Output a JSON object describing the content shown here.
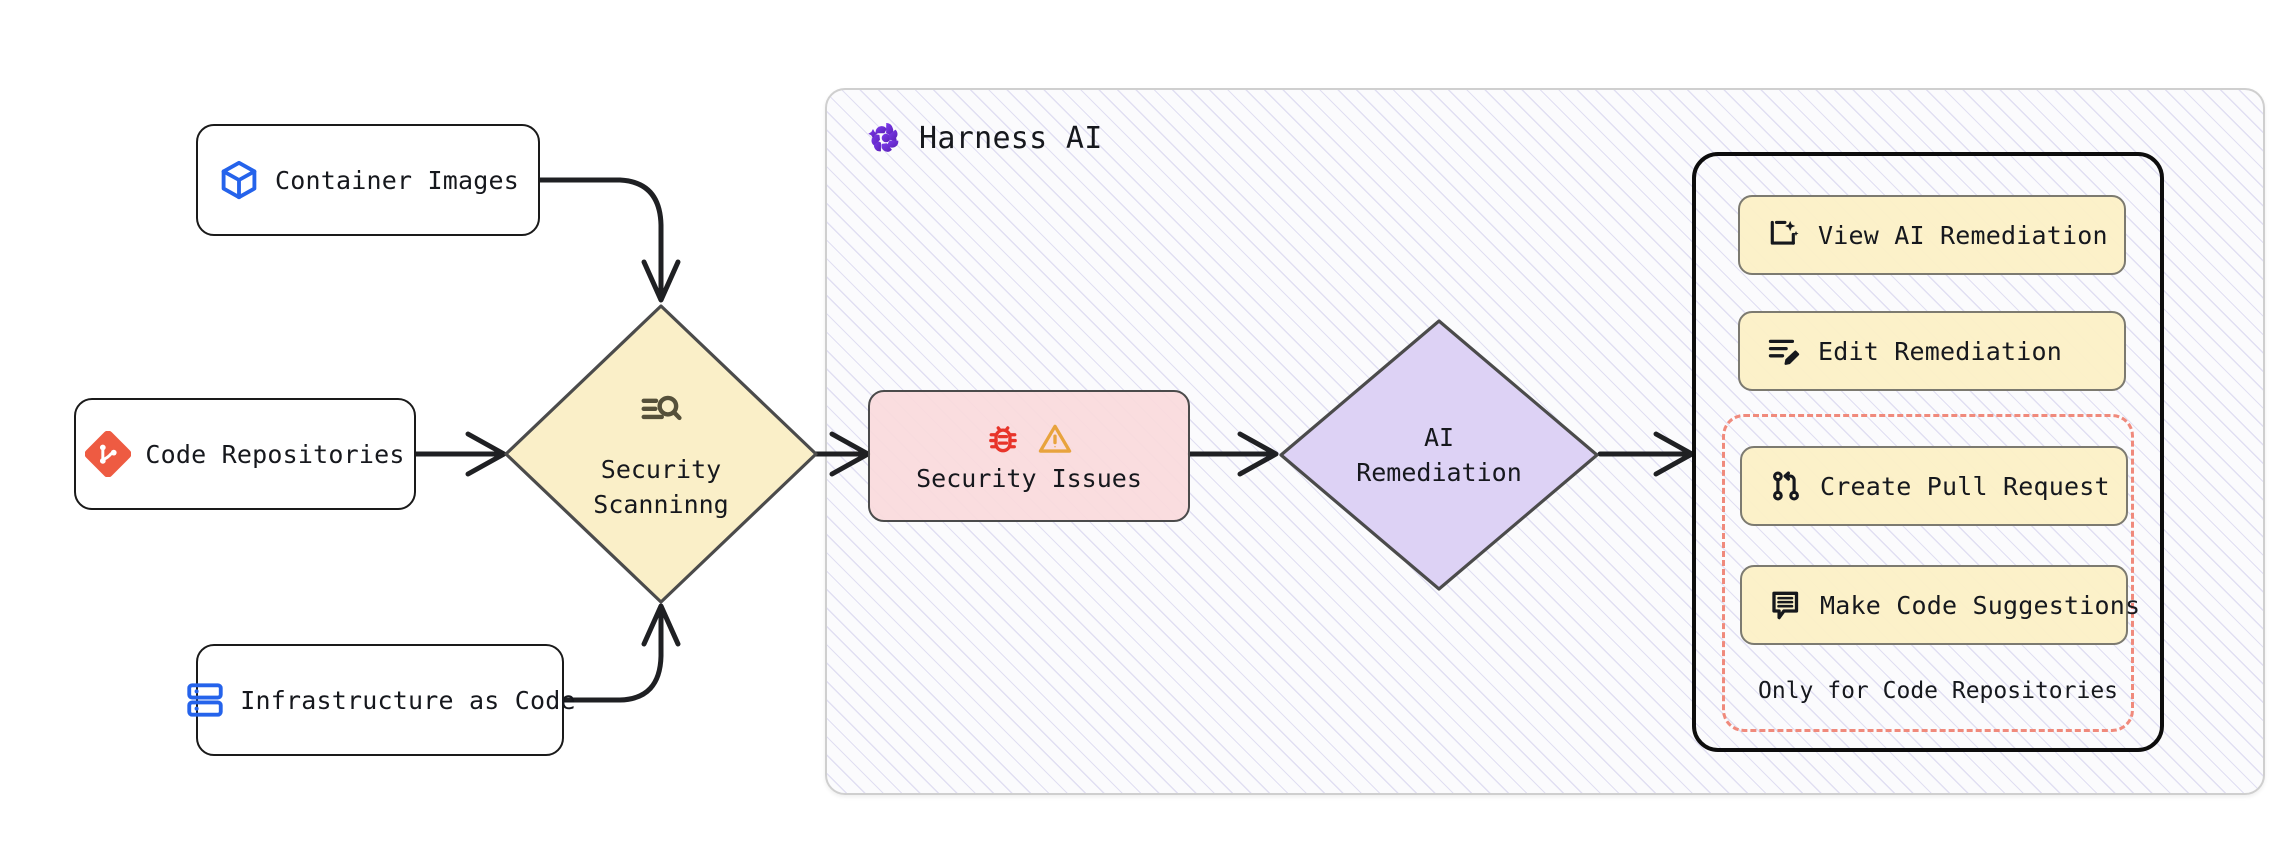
{
  "diagram": {
    "title": "Harness AI security scanning and AI remediation flow",
    "type": "flowchart"
  },
  "sources": [
    {
      "label": "Container Images",
      "icon": "container-cube-icon",
      "icon_color": "#2563EB"
    },
    {
      "label": "Code Repositories",
      "icon": "git-repository-icon",
      "icon_color": "#EE5B42"
    },
    {
      "label": "Infrastructure as Code",
      "icon": "server-stack-icon",
      "icon_color": "#2563EB"
    }
  ],
  "scanning": {
    "line1": "Security",
    "line2": "Scanninng",
    "icon": "scan-search-icon",
    "fill": "#FAEFC8",
    "stroke": "#4B4B4B"
  },
  "issues": {
    "label": "Security Issues",
    "icons": [
      "bug-icon",
      "warning-triangle-icon"
    ],
    "bug_color": "#E8342A",
    "warning_color": "#E8A33D",
    "fill": "#FADADD",
    "stroke": "#4B4B4B"
  },
  "remediation": {
    "line1": "AI",
    "line2": "Remediation",
    "fill": "#DDD2F5",
    "stroke": "#4B4B4B"
  },
  "harness": {
    "title": "Harness AI",
    "logo": "harness-pinwheel-logo",
    "logo_color": "#6C2BD9",
    "background": "#FBFBFD",
    "hatch_color": "#786EC8"
  },
  "actions": [
    {
      "label": "View AI Remediation",
      "icon": "ai-sparkle-document-icon",
      "restricted": false
    },
    {
      "label": "Edit Remediation",
      "icon": "list-pencil-icon",
      "restricted": false
    },
    {
      "label": "Create Pull Request",
      "icon": "git-pull-request-icon",
      "restricted": true
    },
    {
      "label": "Make Code Suggestions",
      "icon": "comment-code-icon",
      "restricted": true
    }
  ],
  "restriction_note": "Only for Code Repositories",
  "restriction_color": "#F08A7C",
  "edges": [
    {
      "from": "Container Images",
      "to": "Security Scanninng",
      "style": "curved"
    },
    {
      "from": "Code Repositories",
      "to": "Security Scanninng",
      "style": "straight"
    },
    {
      "from": "Infrastructure as Code",
      "to": "Security Scanninng",
      "style": "curved"
    },
    {
      "from": "Security Scanninng",
      "to": "Security Issues",
      "style": "straight"
    },
    {
      "from": "Security Issues",
      "to": "AI Remediation",
      "style": "straight"
    },
    {
      "from": "AI Remediation",
      "to": "Remediation Actions",
      "style": "straight"
    }
  ]
}
